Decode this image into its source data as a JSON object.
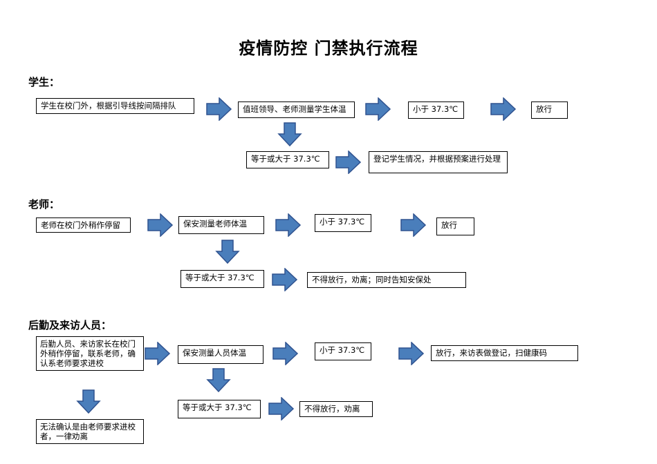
{
  "title": "疫情防控  门禁执行流程",
  "sections": {
    "student": {
      "heading": "学生：",
      "start": "学生在校门外，根据引导线按间隔排队",
      "measure": "值班领导、老师测量学生体温",
      "below": "小于 37.3℃",
      "pass": "放行",
      "above": "等于或大于 37.3℃",
      "above_action": "登记学生情况，并根据预案进行处理"
    },
    "teacher": {
      "heading": "老师：",
      "start": "老师在校门外稍作停留",
      "measure": "保安测量老师体温",
      "below": "小于 37.3℃",
      "pass": "放行",
      "above": "等于或大于 37.3℃",
      "above_action": "不得放行，劝离；同时告知安保处"
    },
    "staff": {
      "heading": "后勤及来访人员：",
      "start": "后勤人员、来访家长在校门外稍作停留，联系老师，确认系老师要求进校",
      "measure": "保安测量人员体温",
      "below": "小于 37.3℃",
      "pass": "放行，来访表做登记，扫健康码",
      "above": "等于或大于 37.3℃",
      "above_action": "不得放行，劝离",
      "unconfirmed": "无法确认是由老师要求进校者，一律劝离"
    }
  },
  "colors": {
    "arrow_fill": "#4A7EBB",
    "arrow_stroke": "#2F528F"
  }
}
